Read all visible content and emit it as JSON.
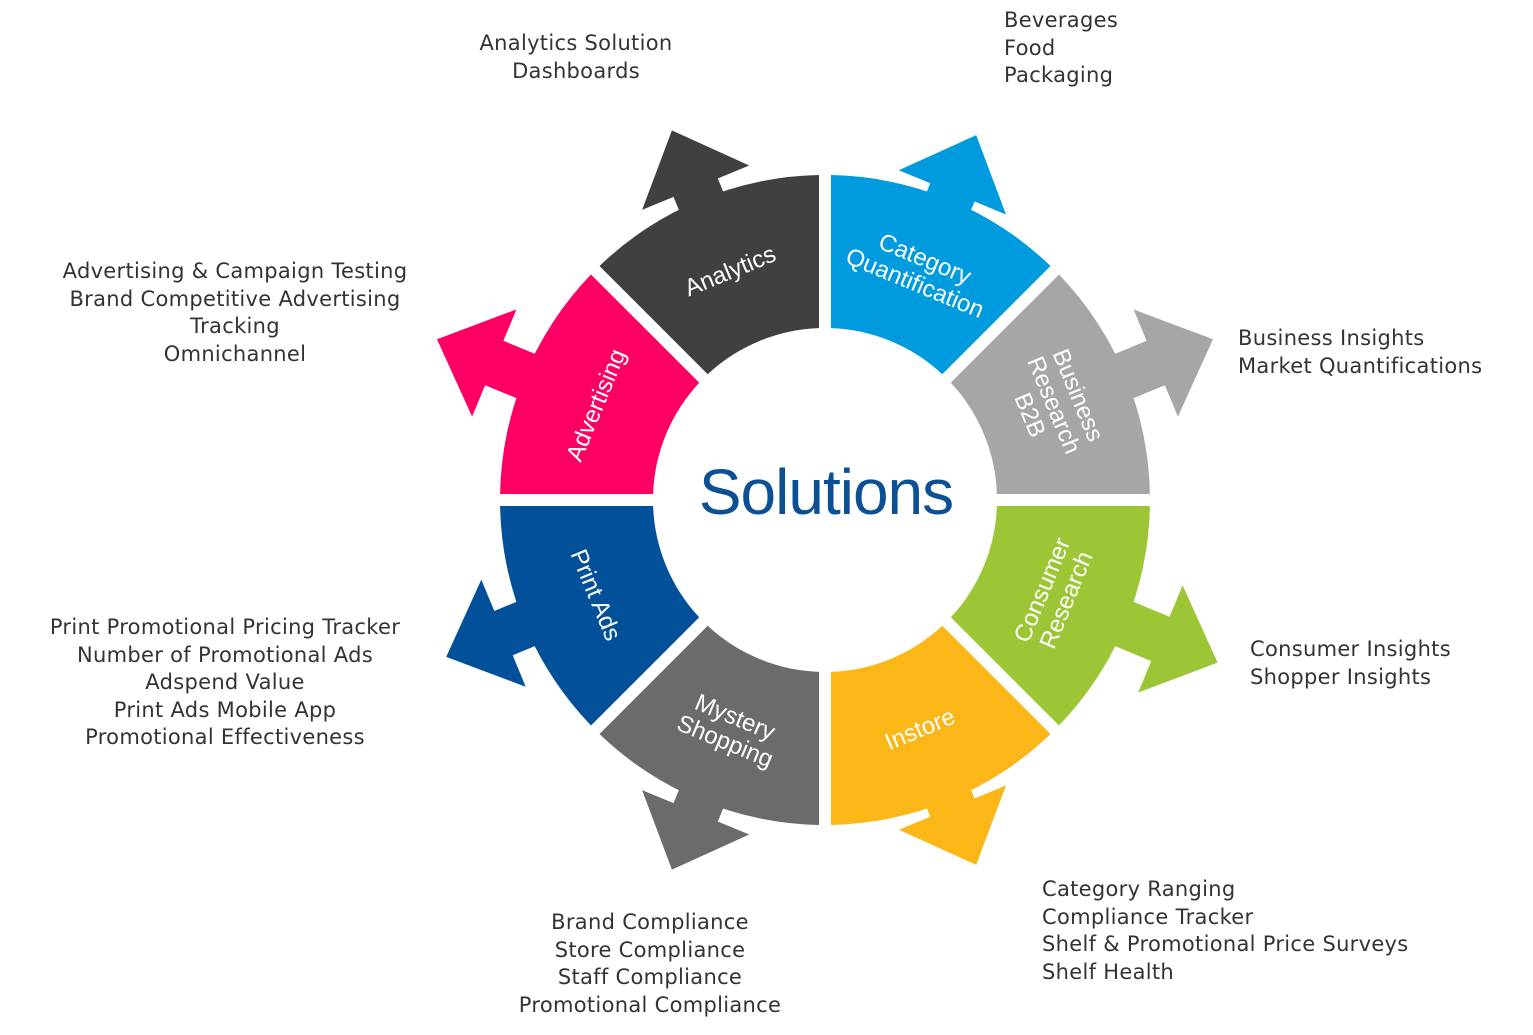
{
  "center_title": "Solutions",
  "segments": [
    {
      "id": "category-quantification",
      "label_lines": [
        "Category",
        "Quantification"
      ],
      "color": "#009bde",
      "items": [
        "Beverages",
        "Food",
        "Packaging"
      ]
    },
    {
      "id": "business-research",
      "label_lines": [
        "Business",
        "Research",
        "B2B"
      ],
      "color": "#a6a6a6",
      "items": [
        "Business Insights",
        "Market Quantifications"
      ]
    },
    {
      "id": "consumer-research",
      "label_lines": [
        "Consumer",
        "Research"
      ],
      "color": "#9cc635",
      "items": [
        "Consumer Insights",
        "Shopper Insights"
      ]
    },
    {
      "id": "instore",
      "label_lines": [
        "Instore"
      ],
      "color": "#fbb718",
      "items": [
        "Category Ranging",
        "Compliance Tracker",
        "Shelf & Promotional Price Surveys",
        "Shelf Health"
      ]
    },
    {
      "id": "mystery-shopping",
      "label_lines": [
        "Mystery",
        "Shopping"
      ],
      "color": "#6b6b6b",
      "items": [
        "Brand Compliance",
        "Store Compliance",
        "Staff Compliance",
        "Promotional Compliance"
      ]
    },
    {
      "id": "print-ads",
      "label_lines": [
        "Print Ads"
      ],
      "color": "#02509a",
      "items": [
        "Print Promotional Pricing Tracker",
        "Number of Promotional Ads",
        "Adspend Value",
        "Print Ads Mobile App",
        "Promotional Effectiveness"
      ]
    },
    {
      "id": "advertising",
      "label_lines": [
        "Advertising"
      ],
      "color": "#fe0063",
      "items": [
        "Advertising & Campaign Testing",
        "Brand Competitive Advertising",
        "Tracking",
        "Omnichannel"
      ]
    },
    {
      "id": "analytics",
      "label_lines": [
        "Analytics"
      ],
      "color": "#404040",
      "items": [
        "Analytics Solution",
        "Dashboards"
      ]
    }
  ]
}
